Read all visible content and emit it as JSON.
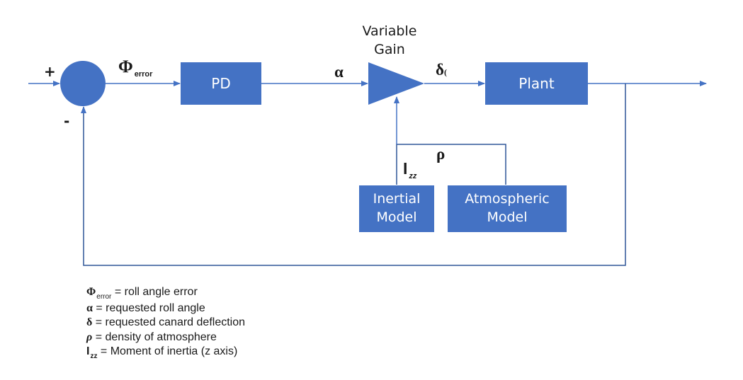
{
  "signs": {
    "plus": "+",
    "minus": "-"
  },
  "signals": {
    "phi_symbol": "Φ",
    "phi_sub": "error",
    "alpha": "α",
    "delta_symbol": "δ",
    "delta_sub": "(",
    "rho": "ρ",
    "izz_symbol": "I",
    "izz_sub": "zz"
  },
  "blocks": {
    "pd": "PD",
    "plant": "Plant",
    "variable_gain": "Variable\nGain",
    "inertial_model": "Inertial\nModel",
    "atmospheric_model": "Atmospheric\nModel"
  },
  "legend": [
    {
      "symbol": "Φ",
      "sub": "error",
      "text": " = roll angle error"
    },
    {
      "symbol": "α",
      "sub": "",
      "text": " = requested roll angle"
    },
    {
      "symbol": "δ",
      "sub": "",
      "text": " = requested canard deflection"
    },
    {
      "symbol": "ρ",
      "sub": "",
      "text": " = density of atmosphere"
    },
    {
      "symbol": "I",
      "sub": "zz",
      "text": " = Moment of inertia (z axis)"
    }
  ],
  "colors": {
    "block_fill": "#4472c4",
    "arrow": "#4472c4",
    "line": "#2f5597"
  }
}
